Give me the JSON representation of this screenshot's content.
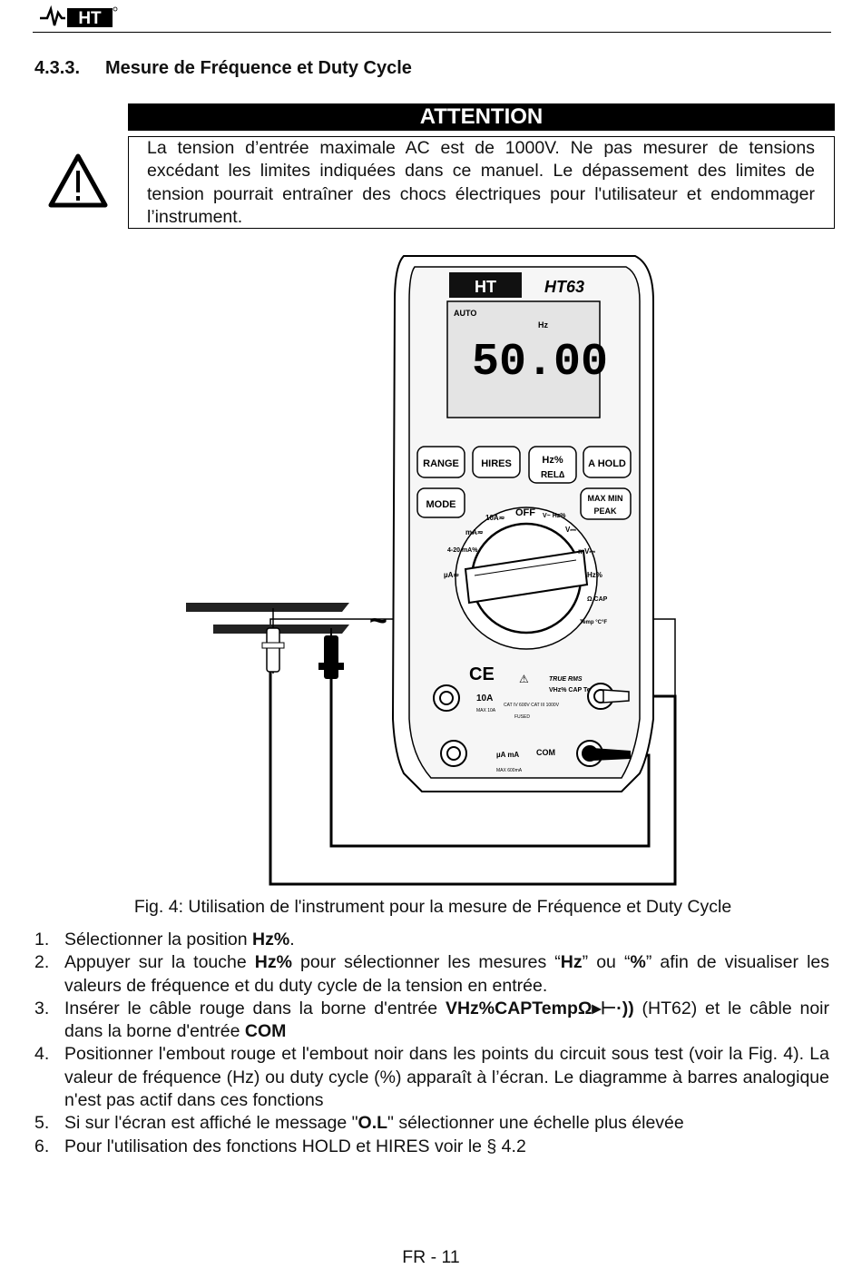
{
  "header": {
    "logo_text": "HT"
  },
  "section": {
    "number": "4.3.3.",
    "title": "Mesure de Fréquence et Duty Cycle"
  },
  "warning": {
    "title": "ATTENTION",
    "text": "La tension d’entrée maximale AC est de 1000V. Ne pas mesurer de tensions excédant les limites indiquées dans ce manuel. Le dépassement des limites de tension pourrait entraîner des chocs électriques pour l'utilisateur et endommager l’instrument."
  },
  "figure": {
    "brand": "HT",
    "model": "HT63",
    "display": {
      "mode": "AUTO",
      "unit": "Hz",
      "reading": "50.00"
    },
    "buttons": [
      "RANGE",
      "HIRES",
      "Hz%",
      "REL∆",
      "A HOLD",
      "MODE",
      "MAX MIN",
      "PEAK"
    ],
    "dial_labels": [
      "OFF",
      "10A≂",
      "mA≂",
      "4-20 mA%",
      "µA≂",
      "V~ Hz%",
      "V⎓",
      "mV⎓",
      "Hz%",
      "Ω CAP",
      "Temp °C°F"
    ],
    "terminal_labels": [
      "10A",
      "µA mA",
      "COM",
      "VHz% CAP Temp",
      "TRUE RMS",
      "CAT IV 600V CAT III 1000V",
      "FUSED",
      "MAX 10A",
      "MAX 600mA"
    ],
    "source_symbol": "~"
  },
  "caption": "Fig. 4: Utilisation de l'instrument pour la mesure de Fréquence et Duty Cycle",
  "steps": [
    {
      "n": "1.",
      "parts": [
        "Sélectionner la position ",
        "Hz%",
        "."
      ]
    },
    {
      "n": "2.",
      "parts": [
        "Appuyer sur la touche ",
        "Hz%",
        " pour sélectionner les mesures “",
        "Hz",
        "” ou “",
        "%",
        "” afin de visualiser les valeurs de fréquence et du duty cycle de la tension en entrée."
      ]
    },
    {
      "n": "3.",
      "parts": [
        "Insérer le câble rouge dans la borne d'entrée ",
        "VHz%CAPTempΩ▸⊢·))",
        " (HT62) et le câble noir dans la borne d'entrée ",
        "COM"
      ]
    },
    {
      "n": "4.",
      "parts": [
        "Positionner l'embout rouge et l'embout noir dans les points du circuit sous test (voir la Fig. 4). La valeur de fréquence (Hz) ou duty cycle (%) apparaît à l’écran. Le diagramme à barres analogique n'est pas actif dans ces fonctions"
      ]
    },
    {
      "n": "5.",
      "parts": [
        "Si sur l'écran est affiché le message \"",
        "O.L",
        "\" sélectionner une échelle plus élevée"
      ]
    },
    {
      "n": "6.",
      "parts": [
        "Pour l'utilisation des fonctions HOLD et HIRES voir le § 4.2"
      ]
    }
  ],
  "footer": {
    "page": "FR - 11"
  }
}
